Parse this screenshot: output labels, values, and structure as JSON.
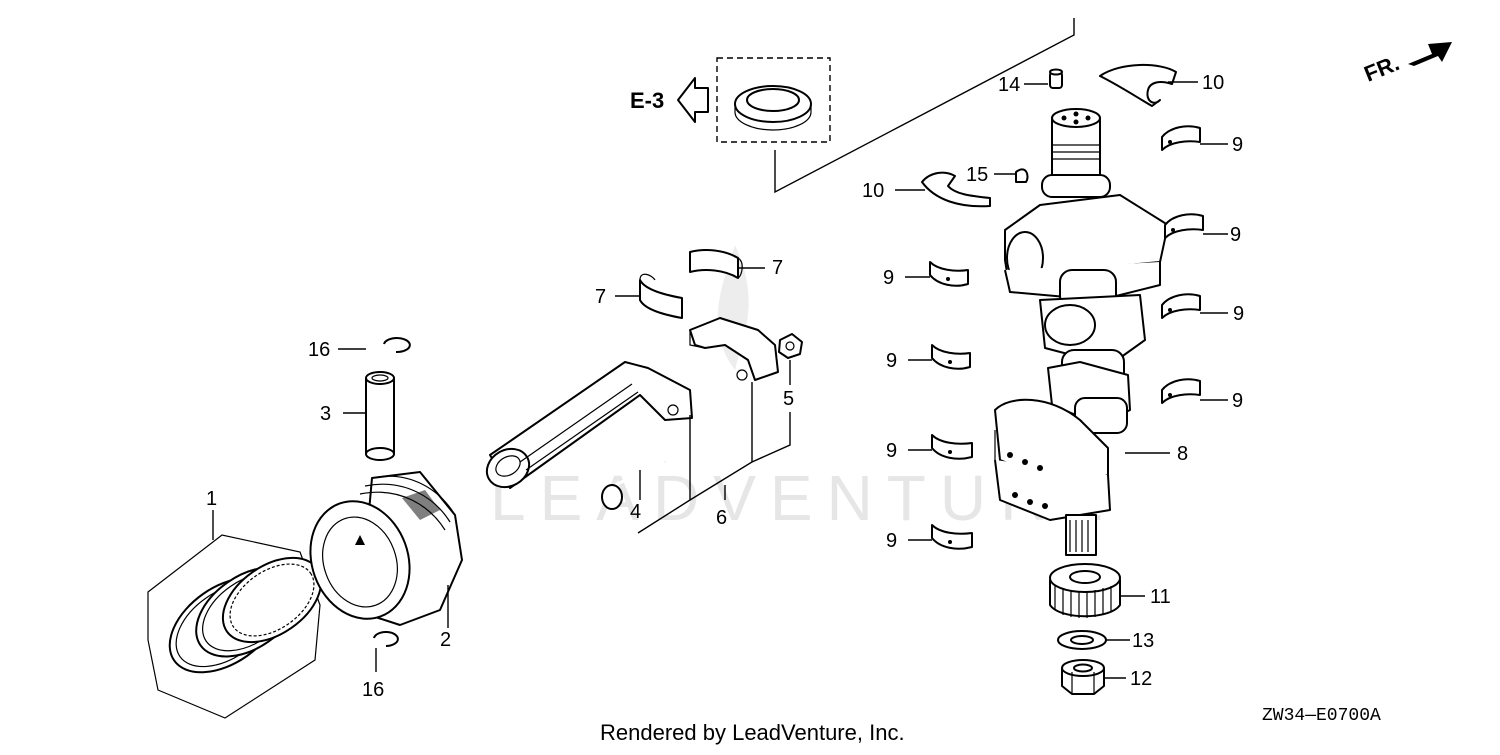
{
  "diagram": {
    "watermark": "LEADVENTURE",
    "ref_label": "E-3",
    "direction_label": "FR.",
    "footer": "Rendered by LeadVenture, Inc.",
    "diagram_code": "ZW34—E0700A"
  },
  "callouts": [
    {
      "id": "c1",
      "label": "1"
    },
    {
      "id": "c2",
      "label": "2"
    },
    {
      "id": "c3",
      "label": "3"
    },
    {
      "id": "c4",
      "label": "4"
    },
    {
      "id": "c5",
      "label": "5"
    },
    {
      "id": "c6",
      "label": "6"
    },
    {
      "id": "c7a",
      "label": "7"
    },
    {
      "id": "c7b",
      "label": "7"
    },
    {
      "id": "c8",
      "label": "8"
    },
    {
      "id": "c9a",
      "label": "9"
    },
    {
      "id": "c9b",
      "label": "9"
    },
    {
      "id": "c9c",
      "label": "9"
    },
    {
      "id": "c9d",
      "label": "9"
    },
    {
      "id": "c9e",
      "label": "9"
    },
    {
      "id": "c9f",
      "label": "9"
    },
    {
      "id": "c9g",
      "label": "9"
    },
    {
      "id": "c9h",
      "label": "9"
    },
    {
      "id": "c9i",
      "label": "9"
    },
    {
      "id": "c10a",
      "label": "10"
    },
    {
      "id": "c10b",
      "label": "10"
    },
    {
      "id": "c11",
      "label": "11"
    },
    {
      "id": "c12",
      "label": "12"
    },
    {
      "id": "c13",
      "label": "13"
    },
    {
      "id": "c14",
      "label": "14"
    },
    {
      "id": "c15",
      "label": "15"
    },
    {
      "id": "c16a",
      "label": "16"
    },
    {
      "id": "c16b",
      "label": "16"
    }
  ]
}
